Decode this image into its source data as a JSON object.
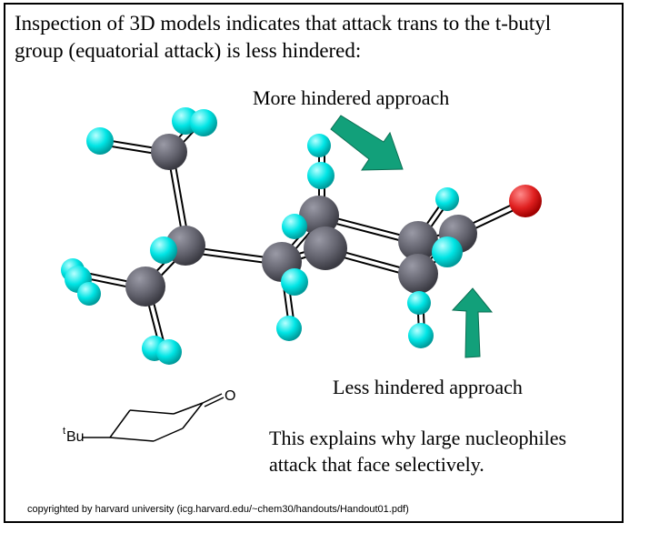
{
  "intro": {
    "line1": "Inspection of 3D models indicates that attack trans to the t-butyl",
    "line2": "group (equatorial attack) is less hindered:"
  },
  "labels": {
    "more_hindered": "More hindered approach",
    "less_hindered": "Less hindered approach"
  },
  "explanation": {
    "line1": "This explains why large nucleophiles",
    "line2": "attack that face selectively."
  },
  "structure": {
    "tbu_prefix": "t",
    "tbu_suffix": "Bu",
    "oxygen_label": "O"
  },
  "copyright": "copyrighted by harvard university (icg.harvard.edu/~chem30/handouts/Handout01.pdf)",
  "colors": {
    "hydrogen": "#00e5e5",
    "carbon": "#63636e",
    "oxygen": "#e02020",
    "arrow": "#12a07a"
  }
}
